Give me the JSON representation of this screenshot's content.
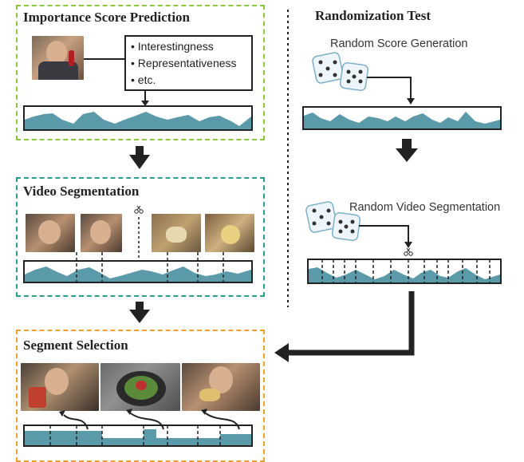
{
  "panels": {
    "importance": {
      "title": "Importance Score Prediction",
      "color": "#8dc63f"
    },
    "segmentation": {
      "title": "Video Segmentation",
      "color": "#2a9d8f"
    },
    "selection": {
      "title": "Segment Selection",
      "color": "#f0a030"
    }
  },
  "criteria": [
    "Interestingness",
    "Representativeness",
    "etc."
  ],
  "randomization": {
    "title": "Randomization Test",
    "score_label": "Random Score Generation",
    "segmentation_label": "Random Video Segmentation"
  },
  "colors": {
    "signal": "#5b9aa9",
    "frame_dark": "#5a5048",
    "frame_warm": "#a08060"
  }
}
